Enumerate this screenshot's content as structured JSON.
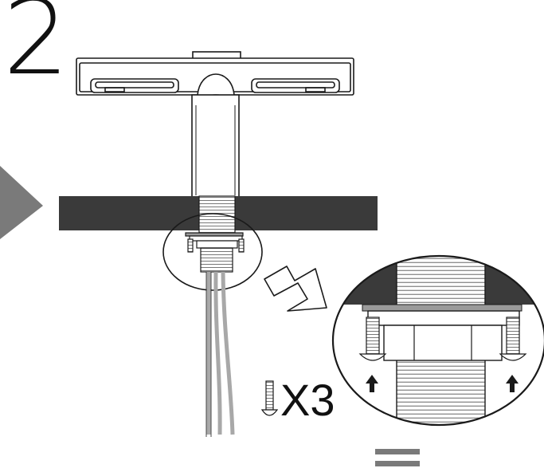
{
  "step": {
    "number": "2",
    "quantity_label": "X3"
  },
  "colors": {
    "line": "#1a1a1a",
    "countertop": "#3a3a3a",
    "arrow_gray": "#7a7a7a",
    "washer_gray": "#9a9a9a",
    "hose_gray": "#a8a8a8"
  },
  "icons": {
    "step_arrow": "triangle-right",
    "detail_arrow": "outline-arrow-down-right",
    "up_arrows": "arrow-up"
  }
}
